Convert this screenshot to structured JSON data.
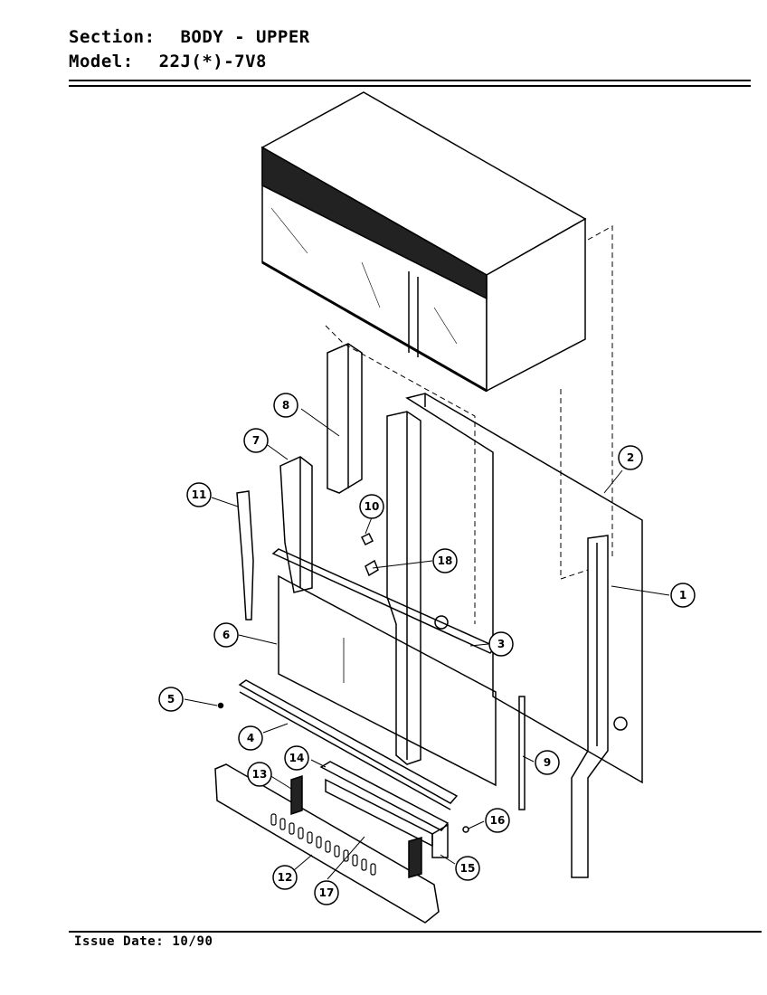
{
  "header": {
    "section_label": "Section:",
    "section_value": "BODY - UPPER",
    "model_label": "Model:",
    "model_value": "22J(*)-7V8"
  },
  "footer": {
    "issue_label": "Issue Date:",
    "issue_value": "10/90"
  },
  "callouts": {
    "c1": "1",
    "c2": "2",
    "c3": "3",
    "c4": "4",
    "c5": "5",
    "c6": "6",
    "c7": "7",
    "c8": "8",
    "c9": "9",
    "c10": "10",
    "c11": "11",
    "c12": "12",
    "c13": "13",
    "c14": "14",
    "c15": "15",
    "c16": "16",
    "c17": "17",
    "c18": "18"
  }
}
